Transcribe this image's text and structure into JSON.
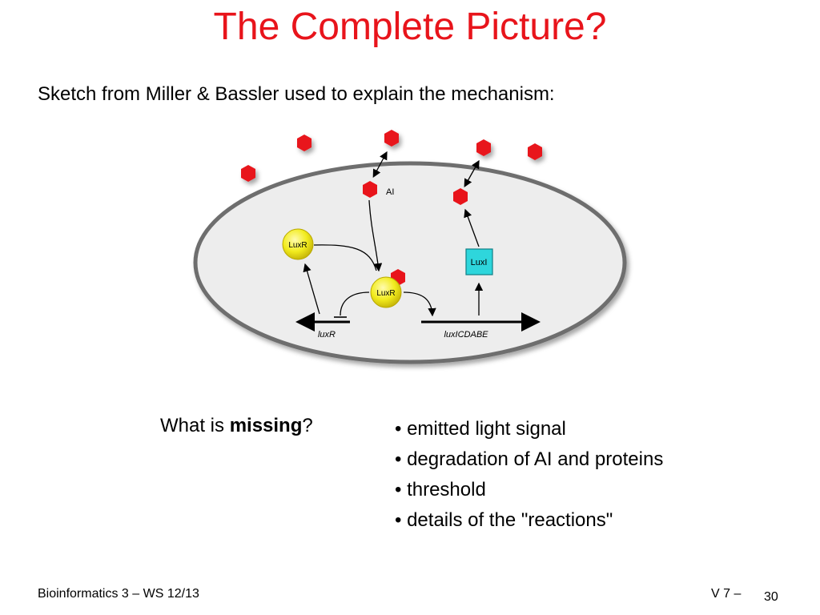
{
  "slide": {
    "title": "The Complete Picture?",
    "subtitle": "Sketch from Miller & Bassler used to explain the mechanism:"
  },
  "diagram": {
    "labels": {
      "ai": "AI",
      "luxr_free": "LuxR",
      "luxr_bound": "LuxR",
      "luxi": "LuxI",
      "gene_luxr": "luxR",
      "gene_luxicdabe": "luxICDABE"
    },
    "colors": {
      "autoinducer": "#e8141b",
      "luxr_protein": "#f2ec1e",
      "luxi_protein": "#2ed6dc",
      "cell_fill": "#ededed",
      "cell_border": "#6e6e6e"
    }
  },
  "question": {
    "prefix": "What is ",
    "emphasis": "missing",
    "suffix": "?"
  },
  "answers": [
    "emitted light signal",
    "degradation of AI and proteins",
    "threshold",
    "details of the \"reactions\""
  ],
  "footer": {
    "course": "Bioinformatics 3 – WS 12/13",
    "lecture": "V 7 –",
    "page": "30"
  }
}
